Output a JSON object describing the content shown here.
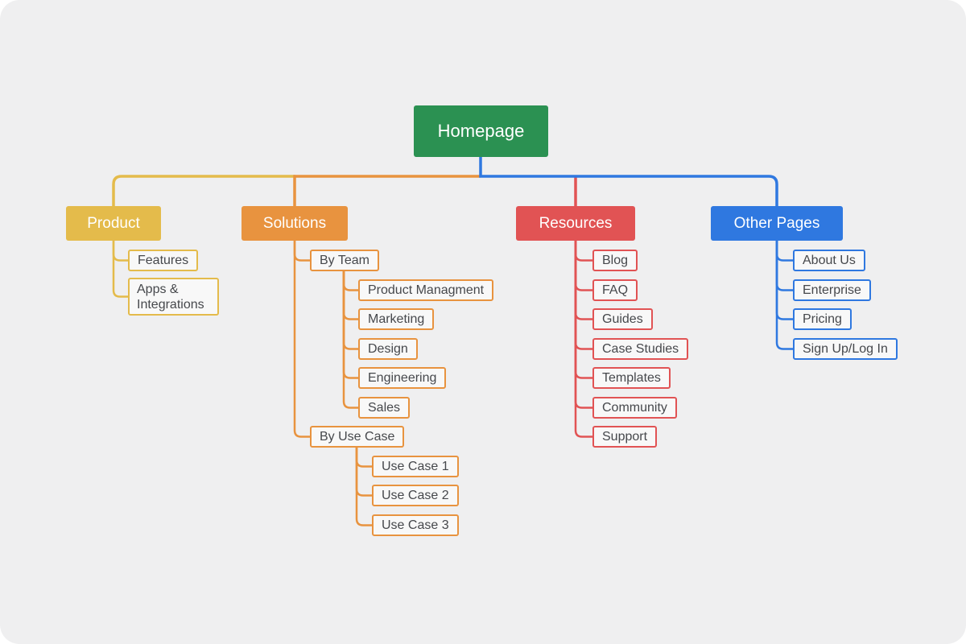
{
  "colors": {
    "page": "#ffffff",
    "background": "#efeff0",
    "homepage": "#2b9152",
    "product": "#e4bb4b",
    "solutions": "#e8933f",
    "resources": "#e15354",
    "other_pages": "#2f78e0",
    "leaf_background": "#f8f8f8",
    "leaf_text": "#46484c",
    "node_text": "#ffffff"
  },
  "tree": {
    "root": {
      "label": "Homepage"
    },
    "branches": [
      {
        "label": "Product",
        "children": [
          {
            "label": "Features"
          },
          {
            "label": "Apps & Integrations"
          }
        ]
      },
      {
        "label": "Solutions",
        "children": [
          {
            "label": "By Team",
            "children": [
              {
                "label": "Product Managment"
              },
              {
                "label": "Marketing"
              },
              {
                "label": "Design"
              },
              {
                "label": "Engineering"
              },
              {
                "label": "Sales"
              }
            ]
          },
          {
            "label": "By Use Case",
            "children": [
              {
                "label": "Use Case 1"
              },
              {
                "label": "Use Case 2"
              },
              {
                "label": "Use Case 3"
              }
            ]
          }
        ]
      },
      {
        "label": "Resources",
        "children": [
          {
            "label": "Blog"
          },
          {
            "label": "FAQ"
          },
          {
            "label": "Guides"
          },
          {
            "label": "Case Studies"
          },
          {
            "label": "Templates"
          },
          {
            "label": "Community"
          },
          {
            "label": "Support"
          }
        ]
      },
      {
        "label": "Other Pages",
        "children": [
          {
            "label": "About Us"
          },
          {
            "label": "Enterprise"
          },
          {
            "label": "Pricing"
          },
          {
            "label": "Sign Up/Log In"
          }
        ]
      }
    ]
  }
}
